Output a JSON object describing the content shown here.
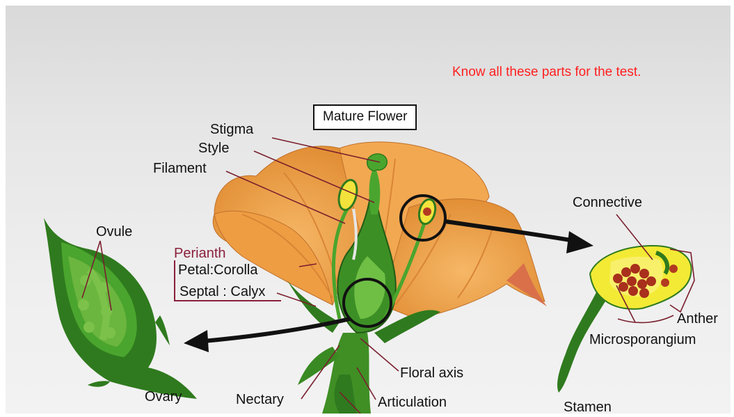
{
  "note": "Know all these parts for the test.",
  "title": "Mature Flower",
  "labels": {
    "stigma": "Stigma",
    "style": "Style",
    "filament": "Filament",
    "ovule": "Ovule",
    "perianth": "Perianth",
    "petal": "Petal:Corolla",
    "septal": "Septal : Calyx",
    "ovary": "Ovary",
    "nectary": "Nectary",
    "articulation": "Articulation",
    "floral_axis": "Floral axis",
    "connective": "Connective",
    "anther": "Anther",
    "microsporangium": "Microsporangium",
    "stamen": "Stamen"
  },
  "colors": {
    "petal": "#f0a24a",
    "green_dark": "#2f7a1e",
    "green": "#4aa52e",
    "label_line": "#7a1f2e",
    "perianth_text": "#8a1f3a",
    "note": "#ff2020"
  }
}
